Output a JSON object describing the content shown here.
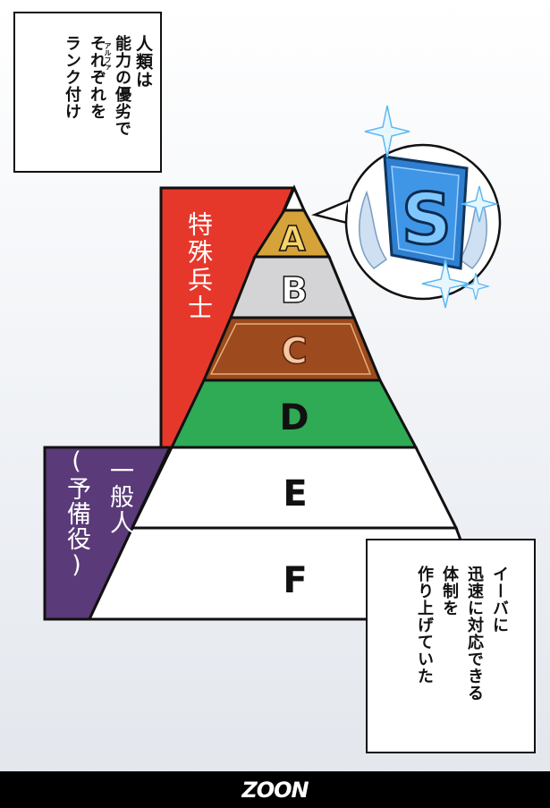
{
  "caption_top": {
    "lines": [
      "人類は",
      "能力の優劣で",
      "それぞれを",
      "ランク付け"
    ],
    "ruby": "アルファ"
  },
  "caption_bottom": {
    "lines": [
      "イーバに",
      "迅速に対応できる",
      "体制を",
      "作り上げていた"
    ]
  },
  "side_labels": {
    "special": "特殊兵士",
    "general": "一般人",
    "general_sub": "(予備役)"
  },
  "ranks": [
    {
      "letter": "A",
      "color": "#d6a23a"
    },
    {
      "letter": "B",
      "color": "#d4d4d6"
    },
    {
      "letter": "C",
      "color": "#9c4a1e"
    },
    {
      "letter": "D",
      "color": "#2faa55"
    },
    {
      "letter": "E",
      "color": "#ffffff"
    },
    {
      "letter": "F",
      "color": "#ffffff"
    }
  ],
  "emblem": {
    "letter": "S",
    "color": "#2f7fd0"
  },
  "colors": {
    "special": "#e5382b",
    "general": "#5a3a78"
  },
  "footer": {
    "logo": "ZOON"
  }
}
